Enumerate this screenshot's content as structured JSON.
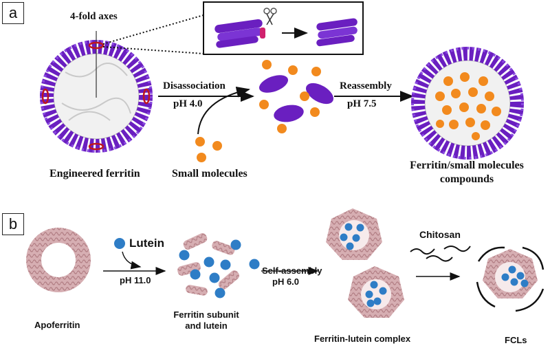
{
  "panel_a": {
    "label": "a",
    "axes_label": "4-fold axes",
    "step1_top": "Disassociation",
    "step1_bottom": "pH 4.0",
    "step2_top": "Reassembly",
    "step2_bottom": "pH 7.5",
    "caption_left": "Engineered ferritin",
    "caption_middle": "Small molecules",
    "caption_right_line1": "Ferritin/small molecules",
    "caption_right_line2": "compounds"
  },
  "panel_b": {
    "label": "b",
    "legend_label": "Lutein",
    "step1": "pH 11.0",
    "step2_top": "Self-assembly",
    "step2_bottom": "pH 6.0",
    "reagent": "Chitosan",
    "caption_apo": "Apoferritin",
    "caption_sub_line1": "Ferritin subunit",
    "caption_sub_line2": "and lutein",
    "caption_complex": "Ferritin-lutein complex",
    "caption_final": "FCLs"
  },
  "colors": {
    "helix_purple": "#6a1fc0",
    "molecule_orange": "#f28a1e",
    "lutein_blue": "#2e7dc6",
    "ferritin_pink": "#c89a9e",
    "axis_marker_red": "#c0161c"
  }
}
